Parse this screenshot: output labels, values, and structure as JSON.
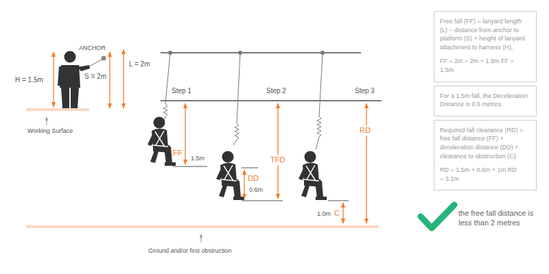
{
  "diagram": {
    "nodes": [
      {
        "text": [
          "Free fall (FF) = lanyard length (L) – distance from anchor to platform (S) + height of lanyard attachment to harness (H).",
          "FF = 2m – 2m + 1.5m FF = 1.5m"
        ]
      },
      {
        "text": [
          "For a 1.5m fall, the Deceleration Distance is 0.6 metres."
        ]
      },
      {
        "text": [
          "Required fall clearance (RD) = free fall distance (FF) + deceleration distance (DD) + clearance to obstruction (C).",
          "RD = 1.5m + 0.6m + 1m RD = 3.1m"
        ]
      }
    ],
    "edges": [],
    "labels": [
      "H = 1.5m",
      "ANCHOR",
      "S = 2m",
      "L = 2m",
      "Working Surface",
      "Step 1",
      "Step 2",
      "Step 3",
      "FF",
      "1.5m",
      "TFD",
      "DD",
      "0.6m",
      "RD",
      "1.0m",
      "C",
      "Ground and/or first obstruction",
      "the free fall distance is less than 2 metres"
    ]
  }
}
